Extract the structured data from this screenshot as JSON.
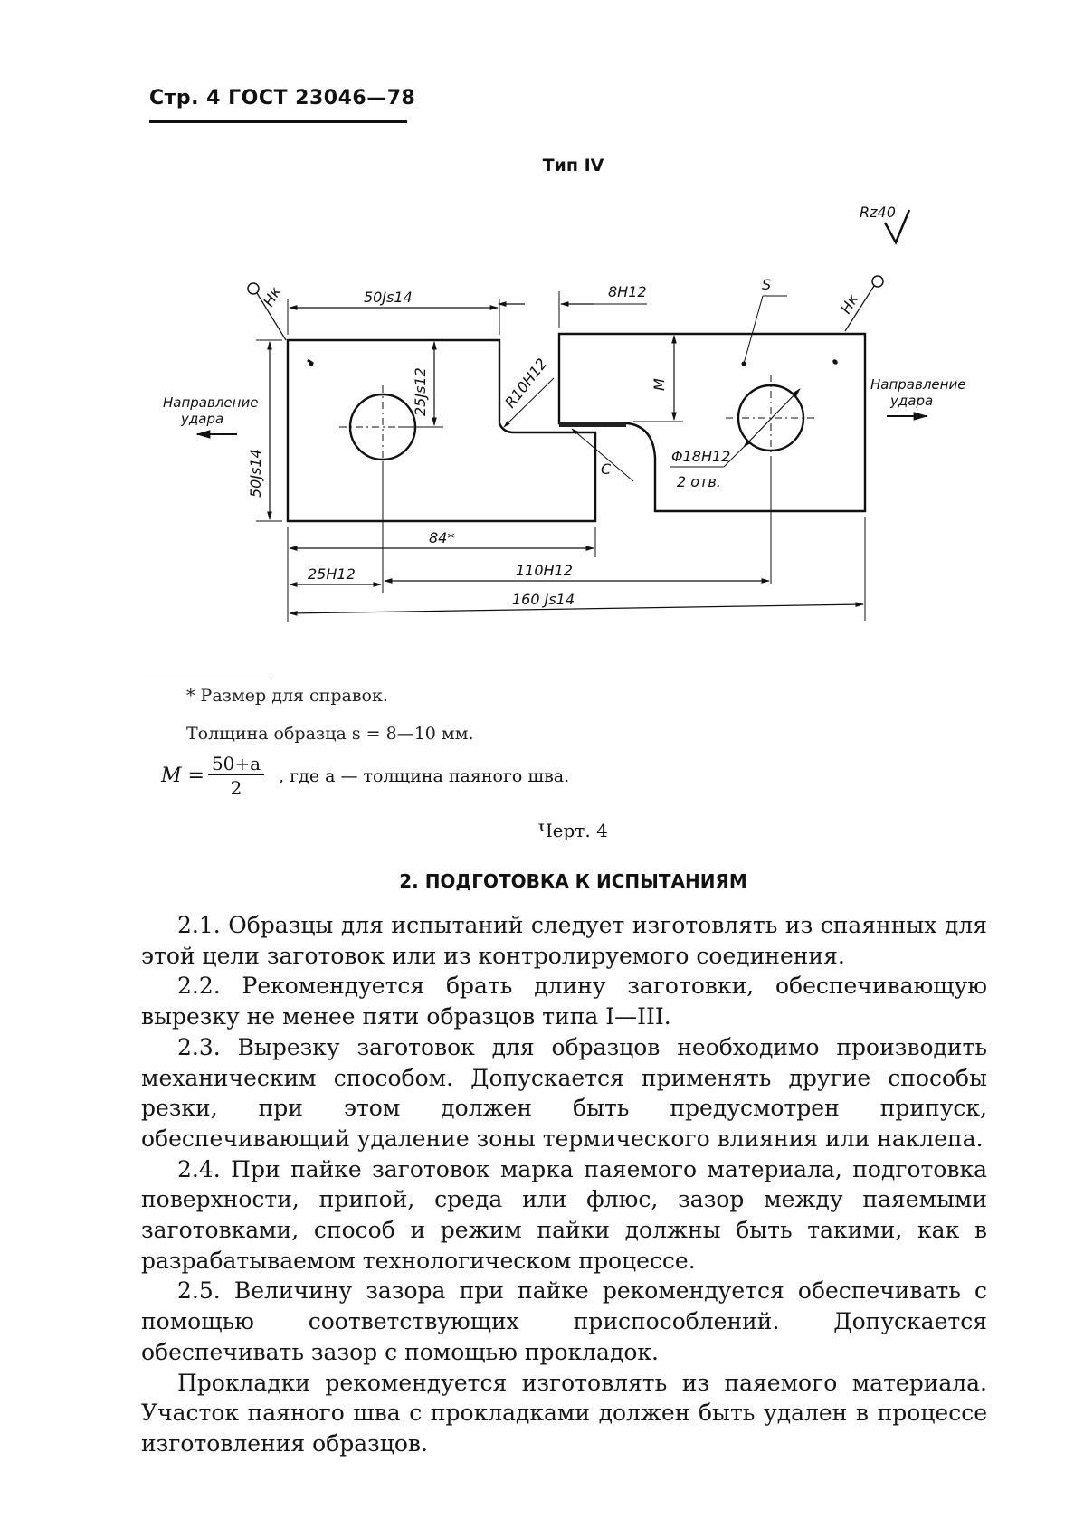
{
  "header": {
    "page_label": "Стр. 4 ГОСТ 23046—78"
  },
  "drawing": {
    "title": "Тип IV",
    "roughness": "Rz40",
    "labels": {
      "dim_50js14_top": "50Js14",
      "dim_8h12": "8H12",
      "dim_s": "S",
      "hk_left": "Hк",
      "hk_right": "Hк",
      "dim_25js12": "25Js12",
      "dim_r10h12": "R10H12",
      "dim_m": "M",
      "dim_50js14_left": "50Js14",
      "dim_c": "C",
      "hole_dia": "Φ18H12",
      "hole_count": "2 отв.",
      "dim_84": "84*",
      "dim_25h12": "25H12",
      "dim_110h12": "110H12",
      "dim_160js14": "160 Js14",
      "impact_left_1": "Направление",
      "impact_left_2": "удара",
      "impact_right_1": "Направление",
      "impact_right_2": "удара"
    }
  },
  "notes": {
    "footnote": "* Размер для справок.",
    "thickness": "Толщина образца s = 8—10 мм.",
    "formula_lhs": "M =",
    "formula_num": "50+a",
    "formula_den": "2",
    "formula_tail": ", где a — толщина паяного шва.",
    "figure_caption": "Черт. 4"
  },
  "section": {
    "title": "2. ПОДГОТОВКА К ИСПЫТАНИЯМ",
    "paragraphs": [
      "2.1. Образцы для испытаний следует изготовлять из спаянных для этой цели заготовок или из контролируемого соединения.",
      "2.2. Рекомендуется брать длину заготовки, обеспечивающую вырезку не менее пяти образцов типа I—III.",
      "2.3. Вырезку заготовок для образцов необходимо производить механическим способом. Допускается применять другие способы резки, при этом должен быть предусмотрен припуск, обеспечивающий удаление зоны термического влияния или наклепа.",
      "2.4. При пайке заготовок марка паяемого материала, подготовка поверхности, припой, среда или флюс, зазор между паяемыми заготовками, способ и режим пайки должны быть такими, как в разрабатываемом технологическом процессе.",
      "2.5. Величину зазора при пайке рекомендуется обеспечивать с помощью соответствующих приспособлений. Допускается обеспечивать зазор с помощью прокладок.",
      "Прокладки рекомендуется изготовлять из паяемого материала. Участок паяного шва с прокладками должен быть удален в процессе изготовления образцов."
    ]
  }
}
